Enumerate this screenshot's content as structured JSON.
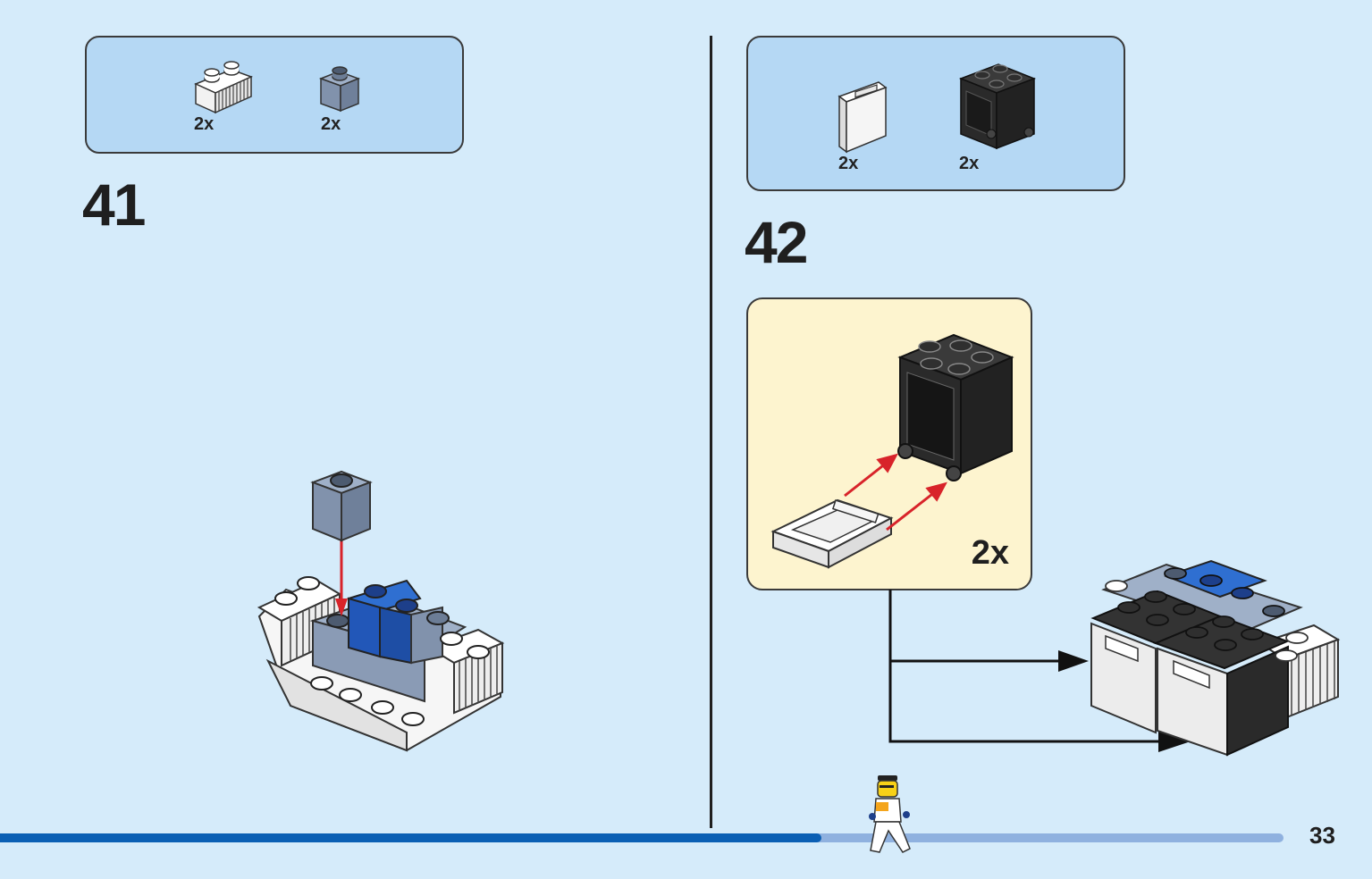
{
  "steps": [
    {
      "number": "41",
      "parts": [
        {
          "name": "white-ribbed-brick-1x2",
          "qty": "2x"
        },
        {
          "name": "sand-blue-brick-1x1",
          "qty": "2x"
        }
      ]
    },
    {
      "number": "42",
      "parts": [
        {
          "name": "white-container-door",
          "qty": "2x"
        },
        {
          "name": "black-container-2x2",
          "qty": "2x"
        }
      ],
      "subassembly": {
        "qty": "2x"
      }
    }
  ],
  "page": {
    "number": "33",
    "progress": 0.64
  },
  "colors": {
    "background": "#d5ebfa",
    "parts_box": "#b5d8f4",
    "callout": "#fdf4cf",
    "progress_fill": "#0a5fb4",
    "progress_track": "#8fb1df",
    "arrow": "#d8232a"
  },
  "icons": [
    "brick-white-ribbed-icon",
    "brick-sand-blue-icon",
    "container-door-icon",
    "container-black-icon",
    "minifigure-icon",
    "red-arrow-icon"
  ]
}
